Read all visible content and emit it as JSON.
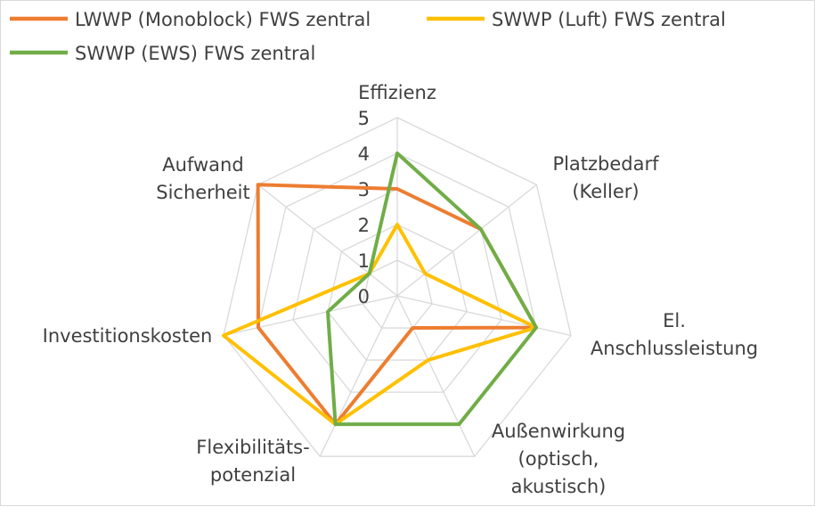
{
  "chart_data": {
    "type": "radar",
    "categories": [
      [
        "Effizienz"
      ],
      [
        "Platzbedarf",
        "(Keller)"
      ],
      [
        "El.",
        "Anschlussleistung"
      ],
      [
        "Außenwirkung",
        "(optisch,",
        "akustisch)"
      ],
      [
        "Flexibilitäts-",
        "potenzial"
      ],
      [
        "Investitionskosten"
      ],
      [
        "Aufwand",
        "Sicherheit"
      ]
    ],
    "ticks": [
      "0",
      "1",
      "2",
      "3",
      "4",
      "5"
    ],
    "rlim": [
      0,
      5
    ],
    "grid": true,
    "legend_position": "top",
    "series": [
      {
        "name": "LWWP (Monoblock) FWS zentral",
        "color": "#ED7D31",
        "values": [
          3,
          3,
          4,
          1,
          4,
          4,
          5
        ]
      },
      {
        "name": "SWWP (Luft) FWS zentral",
        "color": "#FFC000",
        "values": [
          2,
          1,
          4,
          2,
          4,
          5,
          1
        ]
      },
      {
        "name": "SWWP (EWS) FWS zentral",
        "color": "#70AD47",
        "values": [
          4,
          3,
          4,
          4,
          4,
          2,
          1
        ]
      }
    ]
  }
}
